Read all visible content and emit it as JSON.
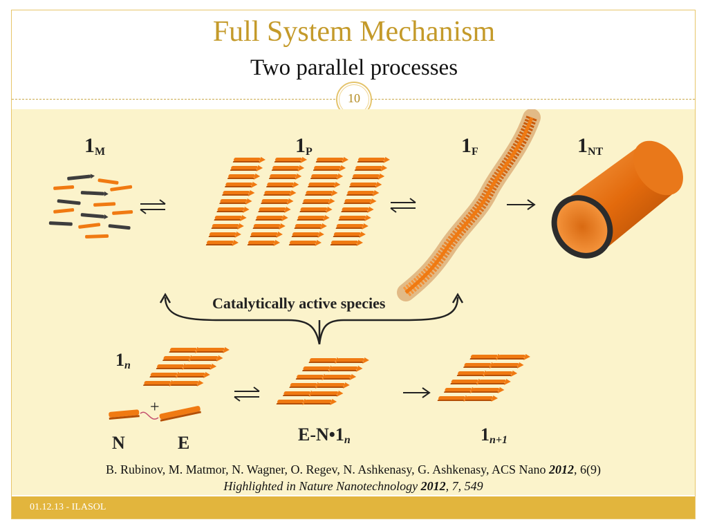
{
  "slide": {
    "title": "Full System Mechanism",
    "subtitle": "Two parallel processes",
    "page_number": "10"
  },
  "figure": {
    "labels": {
      "monomer": "1",
      "monomer_sub": "M",
      "platform": "1",
      "platform_sub": "P",
      "fiber": "1",
      "fiber_sub": "F",
      "nanotube": "1",
      "nanotube_sub": "NT",
      "catalytic": "Catalytically active species",
      "n_aggregate": "1",
      "n_aggregate_sub": "n",
      "plus": "+",
      "nucleophile": "N",
      "electrophile": "E",
      "complex": "E-N•1",
      "complex_sub": "n",
      "product": "1",
      "product_sub": "n+1"
    },
    "colors": {
      "orange": "#f07a12",
      "dark_orange": "#b44f06",
      "dark_gray": "#3d3d3d",
      "background": "#fbf3cb"
    }
  },
  "citation": {
    "authors": "B. Rubinov,  M. Matmor, N. Wagner, O. Regev, N. Ashkenasy, G. Ashkenasy, ACS Nano ",
    "year": "2012",
    "volume": ", 6(9)",
    "highlight_prefix": "Highlighted in Nature Nanotechnology ",
    "highlight_year": "2012",
    "highlight_suffix": ", 7, 549"
  },
  "footer": {
    "text": "01.12.13 - ILASOL"
  }
}
